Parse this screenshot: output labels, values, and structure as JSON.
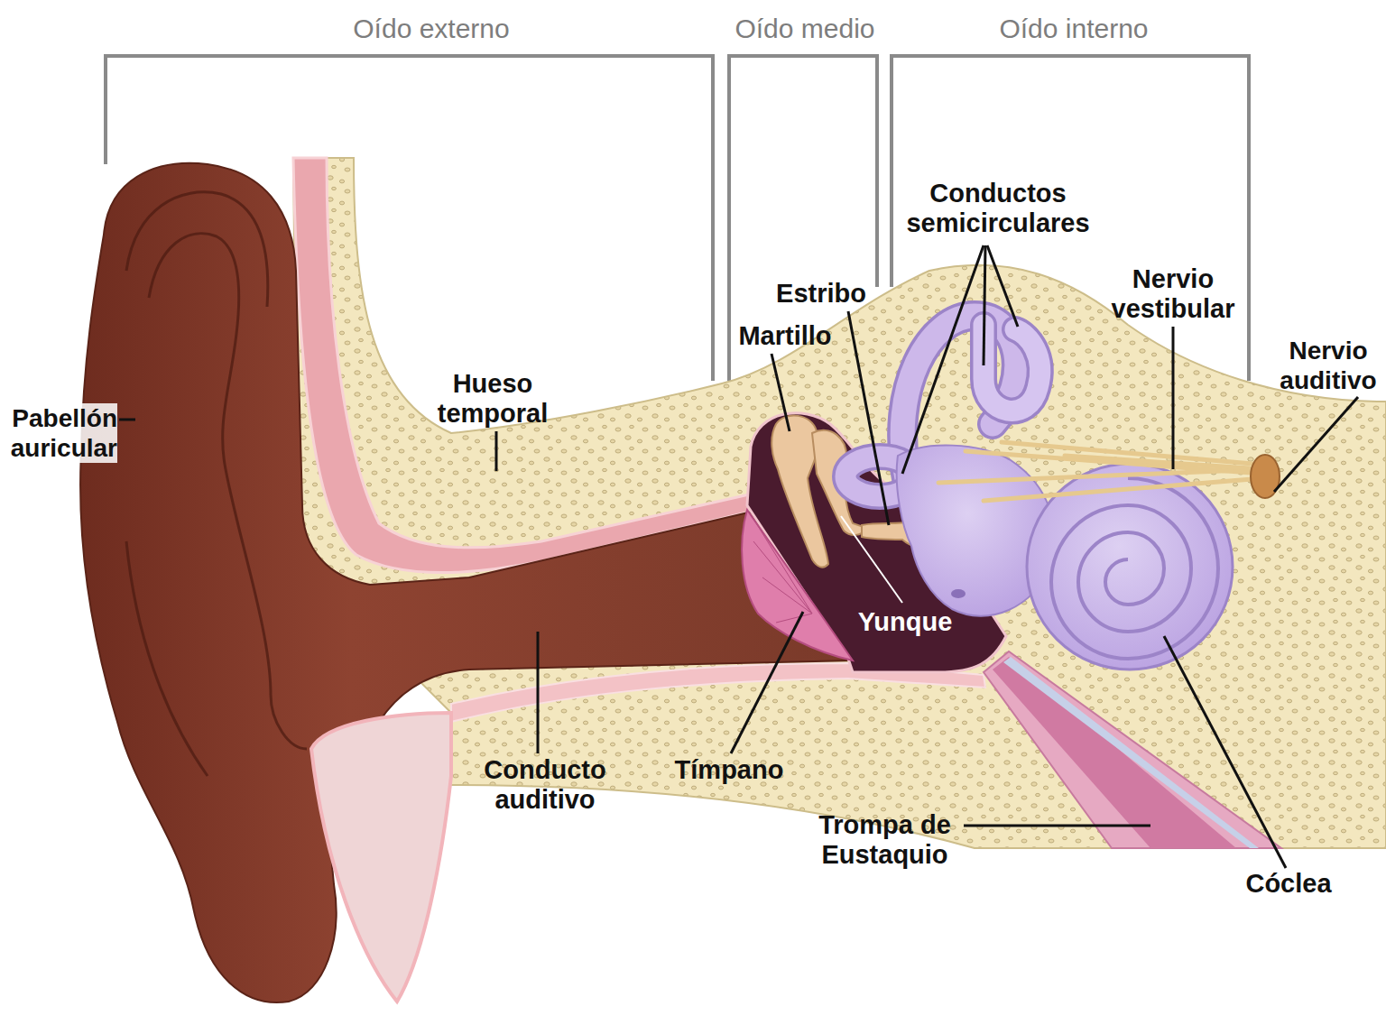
{
  "diagram": {
    "labels": [
      "Oído externo",
      "Oído medio",
      "Oído interno",
      "Conductos semicirculares",
      "Estribo",
      "Nervio vestibular",
      "Martillo",
      "Nervio auditivo",
      "Pabellón auricular",
      "Hueso temporal",
      "Yunque",
      "Conducto auditivo",
      "Tímpano",
      "Trompa de Eustaquio",
      "Cóclea"
    ]
  }
}
